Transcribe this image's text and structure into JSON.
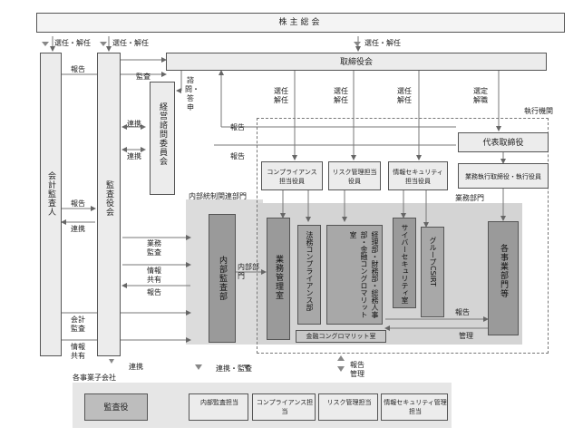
{
  "title": "株主総会",
  "top_labels": {
    "elect_left_1": "選任・解任",
    "elect_left_2": "選任・解任",
    "elect_right": "選任・解任"
  },
  "nodes": {
    "auditor_accounting": "会計監査人",
    "audit_board": "監査役会",
    "board": "取締役会",
    "management_council": "経営諮問委員会",
    "rep_director": "代表取締役",
    "exec_director": "業務執行取締役・執行役員",
    "compliance_officer": "コンプライアンス担当役員",
    "risk_officer": "リスク管理担当役員",
    "infosec_officer": "情報セキュリティ担当役員",
    "internal_audit": "内部監査部",
    "business_audit": "業務管理室",
    "legal_compliance": "法務コンプライアンス部",
    "finance_hr": "経理部・財務部・総務人事部・金融コングロマリット室",
    "cyber_security": "サイバーセキュリティ室",
    "group_csirt": "グループCSIRT",
    "business_units": "各事業部門等",
    "fin_conglomerate": "金融コングロマリット室"
  },
  "region_labels": {
    "internal_control": "内部統制関連部門",
    "business_div": "業務部門",
    "exec_org": "執行機関",
    "subsidiaries": "各事業子会社"
  },
  "edge_labels": {
    "report_1": "報告",
    "audit_1": "監査",
    "consult": "諮問・答申",
    "report_2": "報告",
    "report_3": "報告",
    "coop_1": "連携",
    "coop_2": "連携",
    "report_4": "報告",
    "coop_3": "連携",
    "biz_audit": "業務監査",
    "info_share_1": "情報共有",
    "report_5": "報告",
    "acct_audit": "会計監査",
    "info_share_2": "情報共有",
    "internal_dept": "内部部門",
    "sel_1": "選任解任",
    "sel_2": "選任解任",
    "sel_3": "選任解任",
    "sel_4": "選定解職",
    "report_6": "報告",
    "manage_1": "管理",
    "coop_4": "連携",
    "coop_audit": "連携・監査",
    "report_manage": "報告管理"
  },
  "subsidiary_boxes": {
    "auditor": "監査役",
    "internal_audit": "内部監査担当",
    "compliance": "コンプライアンス担当",
    "risk": "リスク管理担当",
    "infosec": "情報セキュリティ管理担当"
  },
  "colors": {
    "box_fill": "#ececec",
    "dark_fill": "#9a9a9a",
    "panel_fill": "#dcdcdc",
    "border": "#555555"
  }
}
